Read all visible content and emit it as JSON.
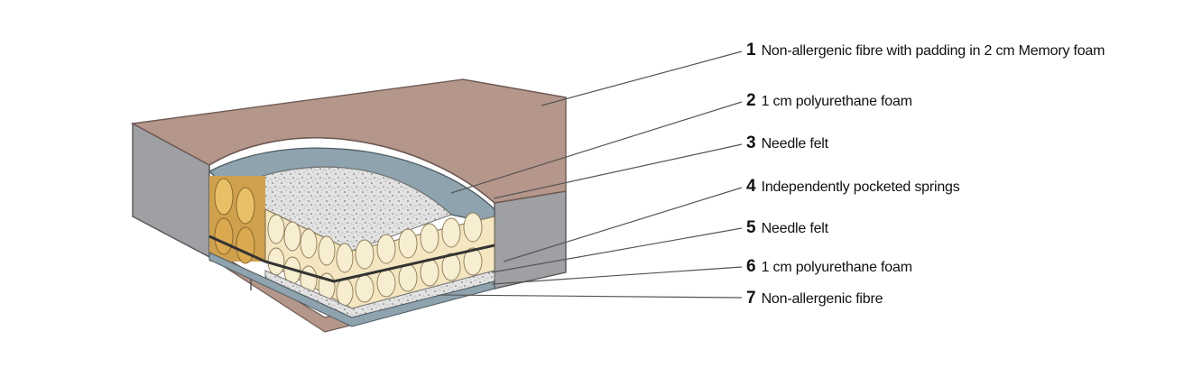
{
  "diagram": {
    "callouts": [
      {
        "number": "1",
        "text": "Non-allergenic fibre with padding in 2 cm Memory foam"
      },
      {
        "number": "2",
        "text": "1 cm polyurethane foam"
      },
      {
        "number": "3",
        "text": "Needle felt"
      },
      {
        "number": "4",
        "text": "Independently pocketed springs"
      },
      {
        "number": "5",
        "text": "Needle felt"
      },
      {
        "number": "6",
        "text": "1 cm polyurethane foam"
      },
      {
        "number": "7",
        "text": "Non-allergenic fibre"
      }
    ],
    "colors": {
      "cover": "#b5968a",
      "cover_edge": "#8a6f66",
      "side_panel": "#9ea0a3",
      "foam": "#8ea3ae",
      "felt": "#d8d8d8",
      "spring_pocket": "#f3e6c0",
      "spring_shadow": "#cfa04e",
      "separator": "#333333"
    }
  }
}
